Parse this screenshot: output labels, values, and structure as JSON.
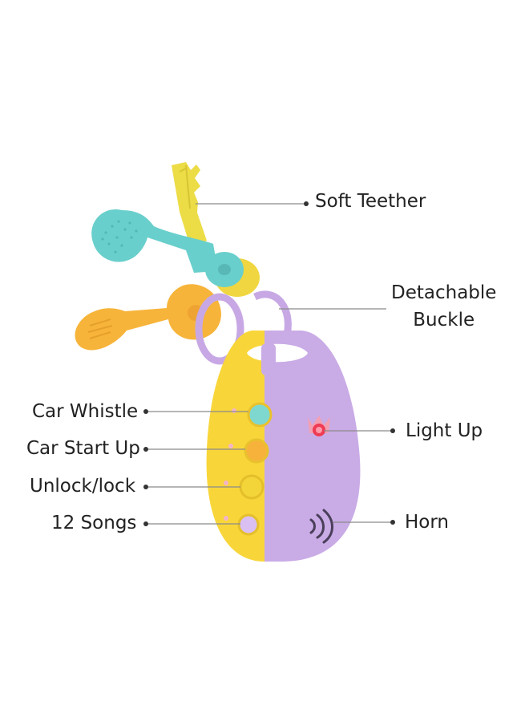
{
  "image": {
    "subject": "baby toy car key fob with teether keys",
    "colors": {
      "fob_yellow": "#f8d63a",
      "fob_purple": "#c9abe6",
      "key_teal": "#69cfcc",
      "key_yellow": "#ecdc46",
      "key_orange": "#f7b43a",
      "ring_purple": "#c7a8e4",
      "button_teal": "#7fd8cf",
      "button_orange": "#f7b23c",
      "button_yellow": "#f3d53a",
      "button_purple": "#d9bff2",
      "light_red": "#ef3b53",
      "line_color": "#8a8a8a"
    }
  },
  "labels": {
    "soft_teether": "Soft Teether",
    "detachable_buckle_line1": "Detachable",
    "detachable_buckle_line2": "Buckle",
    "car_whistle": "Car Whistle",
    "car_start_up": "Car Start Up",
    "unlock_lock": "Unlock/lock",
    "songs": "12 Songs",
    "light_up": "Light Up",
    "horn": "Horn"
  }
}
